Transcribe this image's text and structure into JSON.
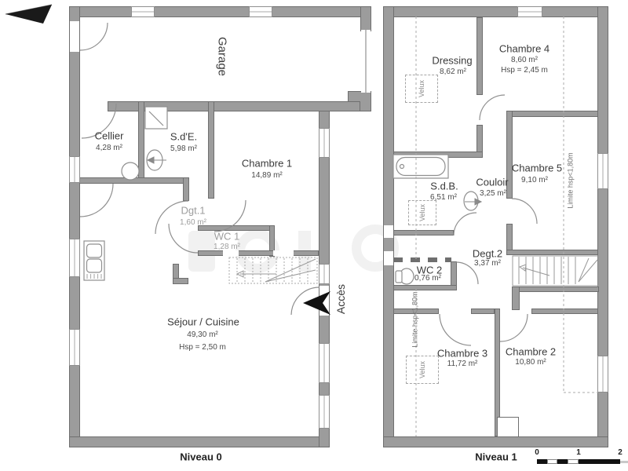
{
  "niveau0": {
    "title": "Niveau 0",
    "rooms": {
      "garage": {
        "name": "Garage"
      },
      "cellier": {
        "name": "Cellier",
        "area": "4,28 m²"
      },
      "sde": {
        "name": "S.d'E.",
        "area": "5,98 m²"
      },
      "chambre1": {
        "name": "Chambre 1",
        "area": "14,89 m²"
      },
      "dgt1": {
        "name": "Dgt.1",
        "area": "1,60 m²"
      },
      "wc1": {
        "name": "WC 1",
        "area": "1,28 m²"
      },
      "sejour": {
        "name": "Séjour / Cuisine",
        "area": "49,30 m²",
        "ceiling": "Hsp = 2,50 m"
      }
    },
    "access": "Accès"
  },
  "niveau1": {
    "title": "Niveau 1",
    "rooms": {
      "dressing": {
        "name": "Dressing",
        "area": "8,62 m²"
      },
      "chambre4": {
        "name": "Chambre 4",
        "area": "8,60 m²",
        "ceiling": "Hsp = 2,45 m"
      },
      "chambre5": {
        "name": "Chambre 5",
        "area": "9,10 m²"
      },
      "sdb": {
        "name": "S.d.B.",
        "area": "6,51 m²"
      },
      "couloir": {
        "name": "Couloir",
        "area": "3,25 m²"
      },
      "degt2": {
        "name": "Degt.2",
        "area": "3,37 m²"
      },
      "wc2": {
        "name": "WC 2",
        "area": "0,76 m²"
      },
      "chambre3": {
        "name": "Chambre 3",
        "area": "11,72 m²"
      },
      "chambre2": {
        "name": "Chambre 2",
        "area": "10,80 m²"
      }
    },
    "velux": "Velux",
    "limite": "Limite hsp<1,80m"
  },
  "scale": {
    "t0": "0",
    "t1": "1",
    "t2": "2"
  },
  "colors": {
    "wall": "#9c9c9c",
    "wall_border": "#6f6f6f",
    "line": "#8f8f8f",
    "text": "#3a3a3a"
  }
}
